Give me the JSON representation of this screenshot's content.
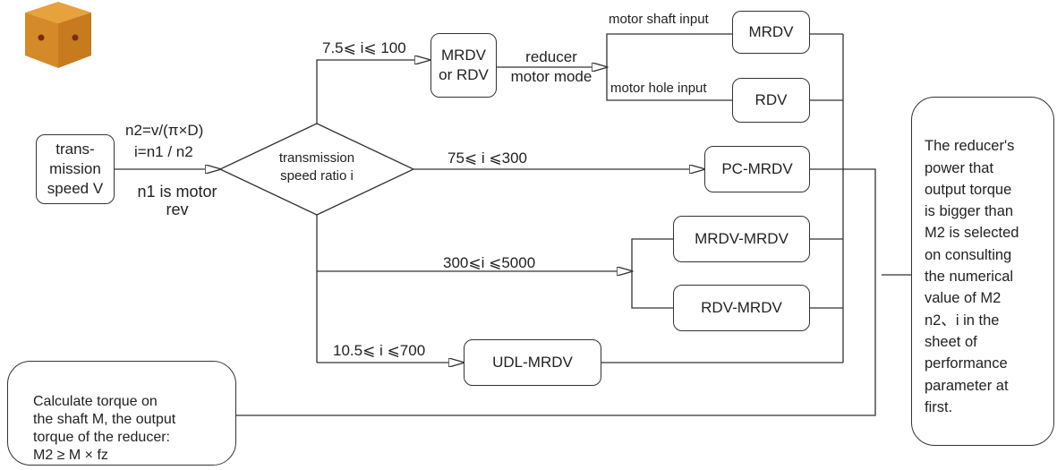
{
  "colors": {
    "stroke": "#333333",
    "logo_top": "#d58a2a",
    "logo_side": "#c77a1e",
    "logo_dot": "#7a2a1a"
  },
  "icons": {
    "logo": "orange-cube-logo"
  },
  "start": {
    "label": "trans-\nmission\nspeed V"
  },
  "formula": {
    "n2": "n2=v/(π×D)",
    "ratio": "i=n1 / n2",
    "n1_note": "n1 is motor\nrev"
  },
  "decision": {
    "label": "transmission\nspeed ratio i"
  },
  "ranges": {
    "r1": "7.5⩽ i⩽ 100",
    "r2": "75⩽ i ⩽300",
    "r3": "300⩽i ⩽5000",
    "r4": "10.5⩽ i ⩽700"
  },
  "nodes": {
    "mrdv_or_rdv": "MRDV\nor RDV",
    "reducer_mode": "reducer\nmotor mode",
    "motor_shaft_input": "motor shaft input",
    "motor_hole_input": "motor hole input",
    "mrdv": "MRDV",
    "rdv": "RDV",
    "pc_mrdv": "PC-MRDV",
    "mrdv_mrdv": "MRDV-MRDV",
    "rdv_mrdv": "RDV-MRDV",
    "udl_mrdv": "UDL-MRDV"
  },
  "calc_box": {
    "text": "Calculate torque on\nthe shaft M, the output\ntorque of the reducer:\nM2 ≥ M × fz"
  },
  "result_box": {
    "text": "The reducer's\npower that\noutput torque\nis bigger than\nM2 is selected\non consulting\nthe numerical\nvalue of M2\nn2、i in the\nsheet of\nperformance\nparameter at\nfirst."
  }
}
